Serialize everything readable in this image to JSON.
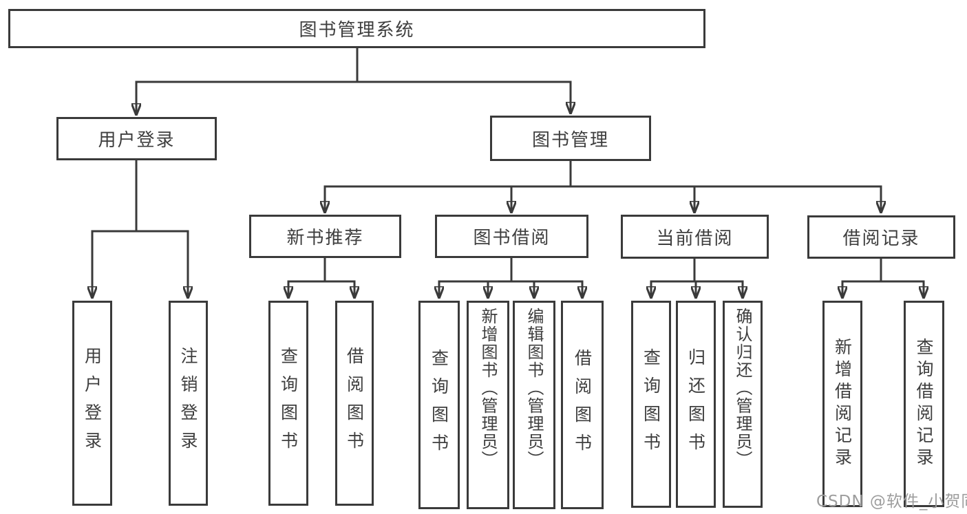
{
  "diagram": {
    "title": "图书管理系统",
    "colors": {
      "background": "#ffffff",
      "line": "#3a3a3a",
      "box_border": "#3a3a3a",
      "box_fill": "#ffffff",
      "text": "#3e3e3e",
      "watermark": "#9d9d9d"
    },
    "nodes": {
      "root": {
        "label": "图书管理系统"
      },
      "user_login": {
        "label": "用户登录"
      },
      "book_mgmt": {
        "label": "图书管理"
      },
      "new_book_rec": {
        "label": "新书推荐"
      },
      "book_borrowing": {
        "label": "图书借阅"
      },
      "current_borrowing": {
        "label": "当前借阅"
      },
      "borrowing_records": {
        "label": "借阅记录"
      },
      "login": {
        "label": "用户登录"
      },
      "logout": {
        "label": "注销登录"
      },
      "nbr_query": {
        "label": "查询图书"
      },
      "nbr_borrow": {
        "label": "借阅图书"
      },
      "bb_query": {
        "label": "查询图书"
      },
      "bb_add": {
        "label": "新增图书（管理员）"
      },
      "bb_edit": {
        "label": "编辑图书（管理员）"
      },
      "bb_borrow": {
        "label": "借阅图书"
      },
      "cb_query": {
        "label": "查询图书"
      },
      "cb_return": {
        "label": "归还图书"
      },
      "cb_confirm": {
        "label": "确认归还（管理员）"
      },
      "br_add": {
        "label": "新增借阅记录"
      },
      "br_query": {
        "label": "查询借阅记录"
      }
    },
    "watermark": {
      "text": "CSDN @软件_小贺同学"
    }
  }
}
